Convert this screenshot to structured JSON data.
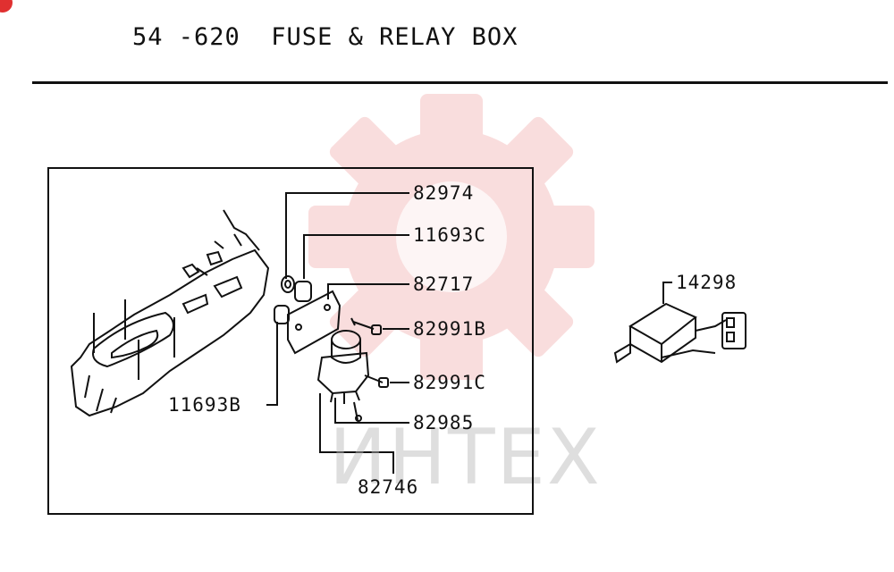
{
  "title": "54 -620  FUSE & RELAY BOX",
  "watermark_text": "ИНТЕХ",
  "colors": {
    "ink": "#111111",
    "watermark_red": "#f0a0a0",
    "watermark_gray": "#b8b8b8"
  },
  "parts": {
    "p82974": "82974",
    "p11693C": "11693C",
    "p82717": "82717",
    "p82991B": "82991B",
    "p82991C": "82991C",
    "p82985": "82985",
    "p82746": "82746",
    "p11693B": "11693B",
    "p14298": "14298"
  }
}
